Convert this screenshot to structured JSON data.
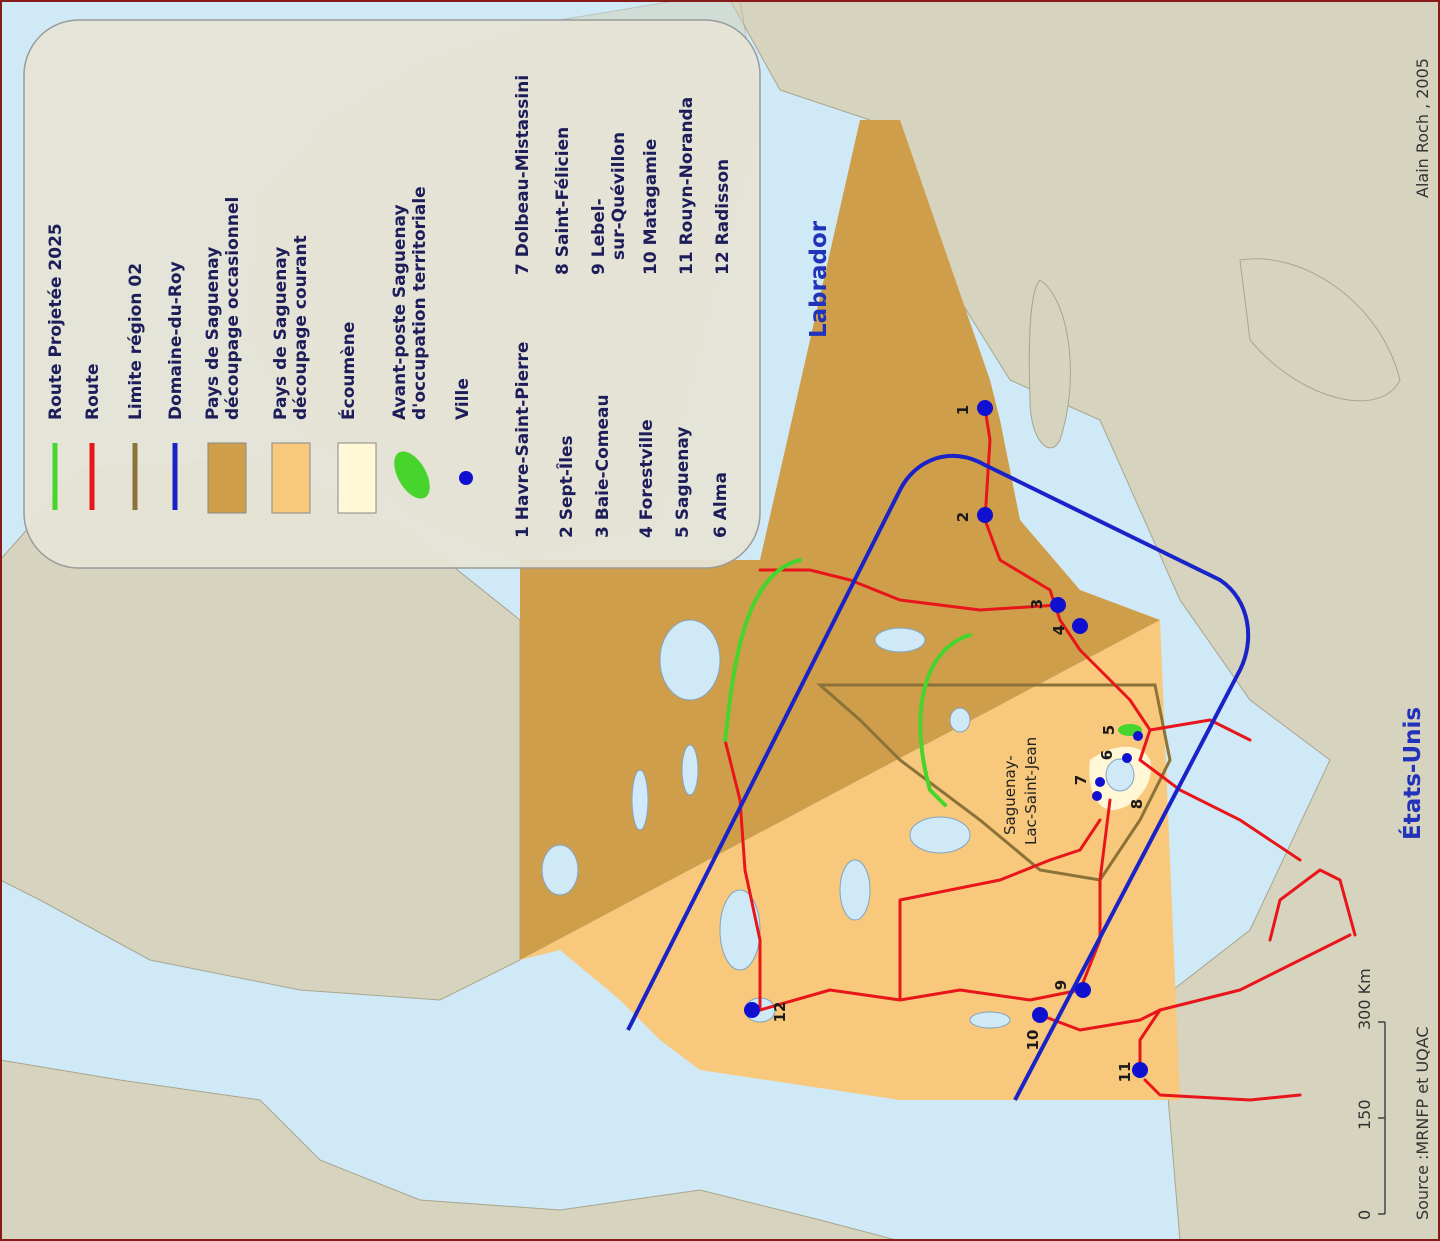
{
  "map": {
    "credit": "Alain Roch , 2005",
    "source": "Source :MRNFP et UQAC",
    "place_labels": {
      "labrador": "Labrador",
      "usa": "États-Unis",
      "region_line1": "Saguenay-",
      "region_line2": "Lac-Saint-Jean"
    },
    "scale": {
      "ticks": [
        "0",
        "150",
        "300 Km"
      ]
    },
    "colors": {
      "water": "#cfe9f7",
      "land": "#d6d3be",
      "occasionnel": "#cf9e4a",
      "courant": "#f8c87c",
      "ecumene": "#fff7d6",
      "route": "#e8161a",
      "route_projetee": "#47d42c",
      "limite": "#8a7238",
      "domaine": "#1a23c8",
      "ville": "#1010d0"
    }
  },
  "legend": {
    "items": [
      {
        "line1": "Route Projetée 2025",
        "line2": ""
      },
      {
        "line1": "Route",
        "line2": ""
      },
      {
        "line1": "Limite région 02",
        "line2": ""
      },
      {
        "line1": "Domaine-du-Roy",
        "line2": ""
      },
      {
        "line1": "Pays de Saguenay",
        "line2": "découpage occasionnel"
      },
      {
        "line1": "Pays de Saguenay",
        "line2": "découpage courant"
      },
      {
        "line1": "Écoumène",
        "line2": ""
      },
      {
        "line1": "Avant-poste Saguenay",
        "line2": "d'occupation territoriale"
      },
      {
        "line1": "Ville",
        "line2": ""
      }
    ],
    "cities_col1": [
      "1 Havre-Saint-Pierre",
      "2 Sept-Îles",
      "3 Baie-Comeau",
      "4 Forestville",
      "5 Saguenay",
      "6 Alma"
    ],
    "cities_col2": [
      "7 Dolbeau-Mistassini",
      "8 Saint-Félicien",
      "9 Lebel-",
      "sur-Quévillon",
      "10 Matagamie",
      "11 Rouyn-Noranda",
      "12 Radisson"
    ]
  },
  "city_markers": [
    "1",
    "2",
    "3",
    "4",
    "5",
    "6",
    "7",
    "8",
    "9",
    "10",
    "11",
    "12"
  ]
}
